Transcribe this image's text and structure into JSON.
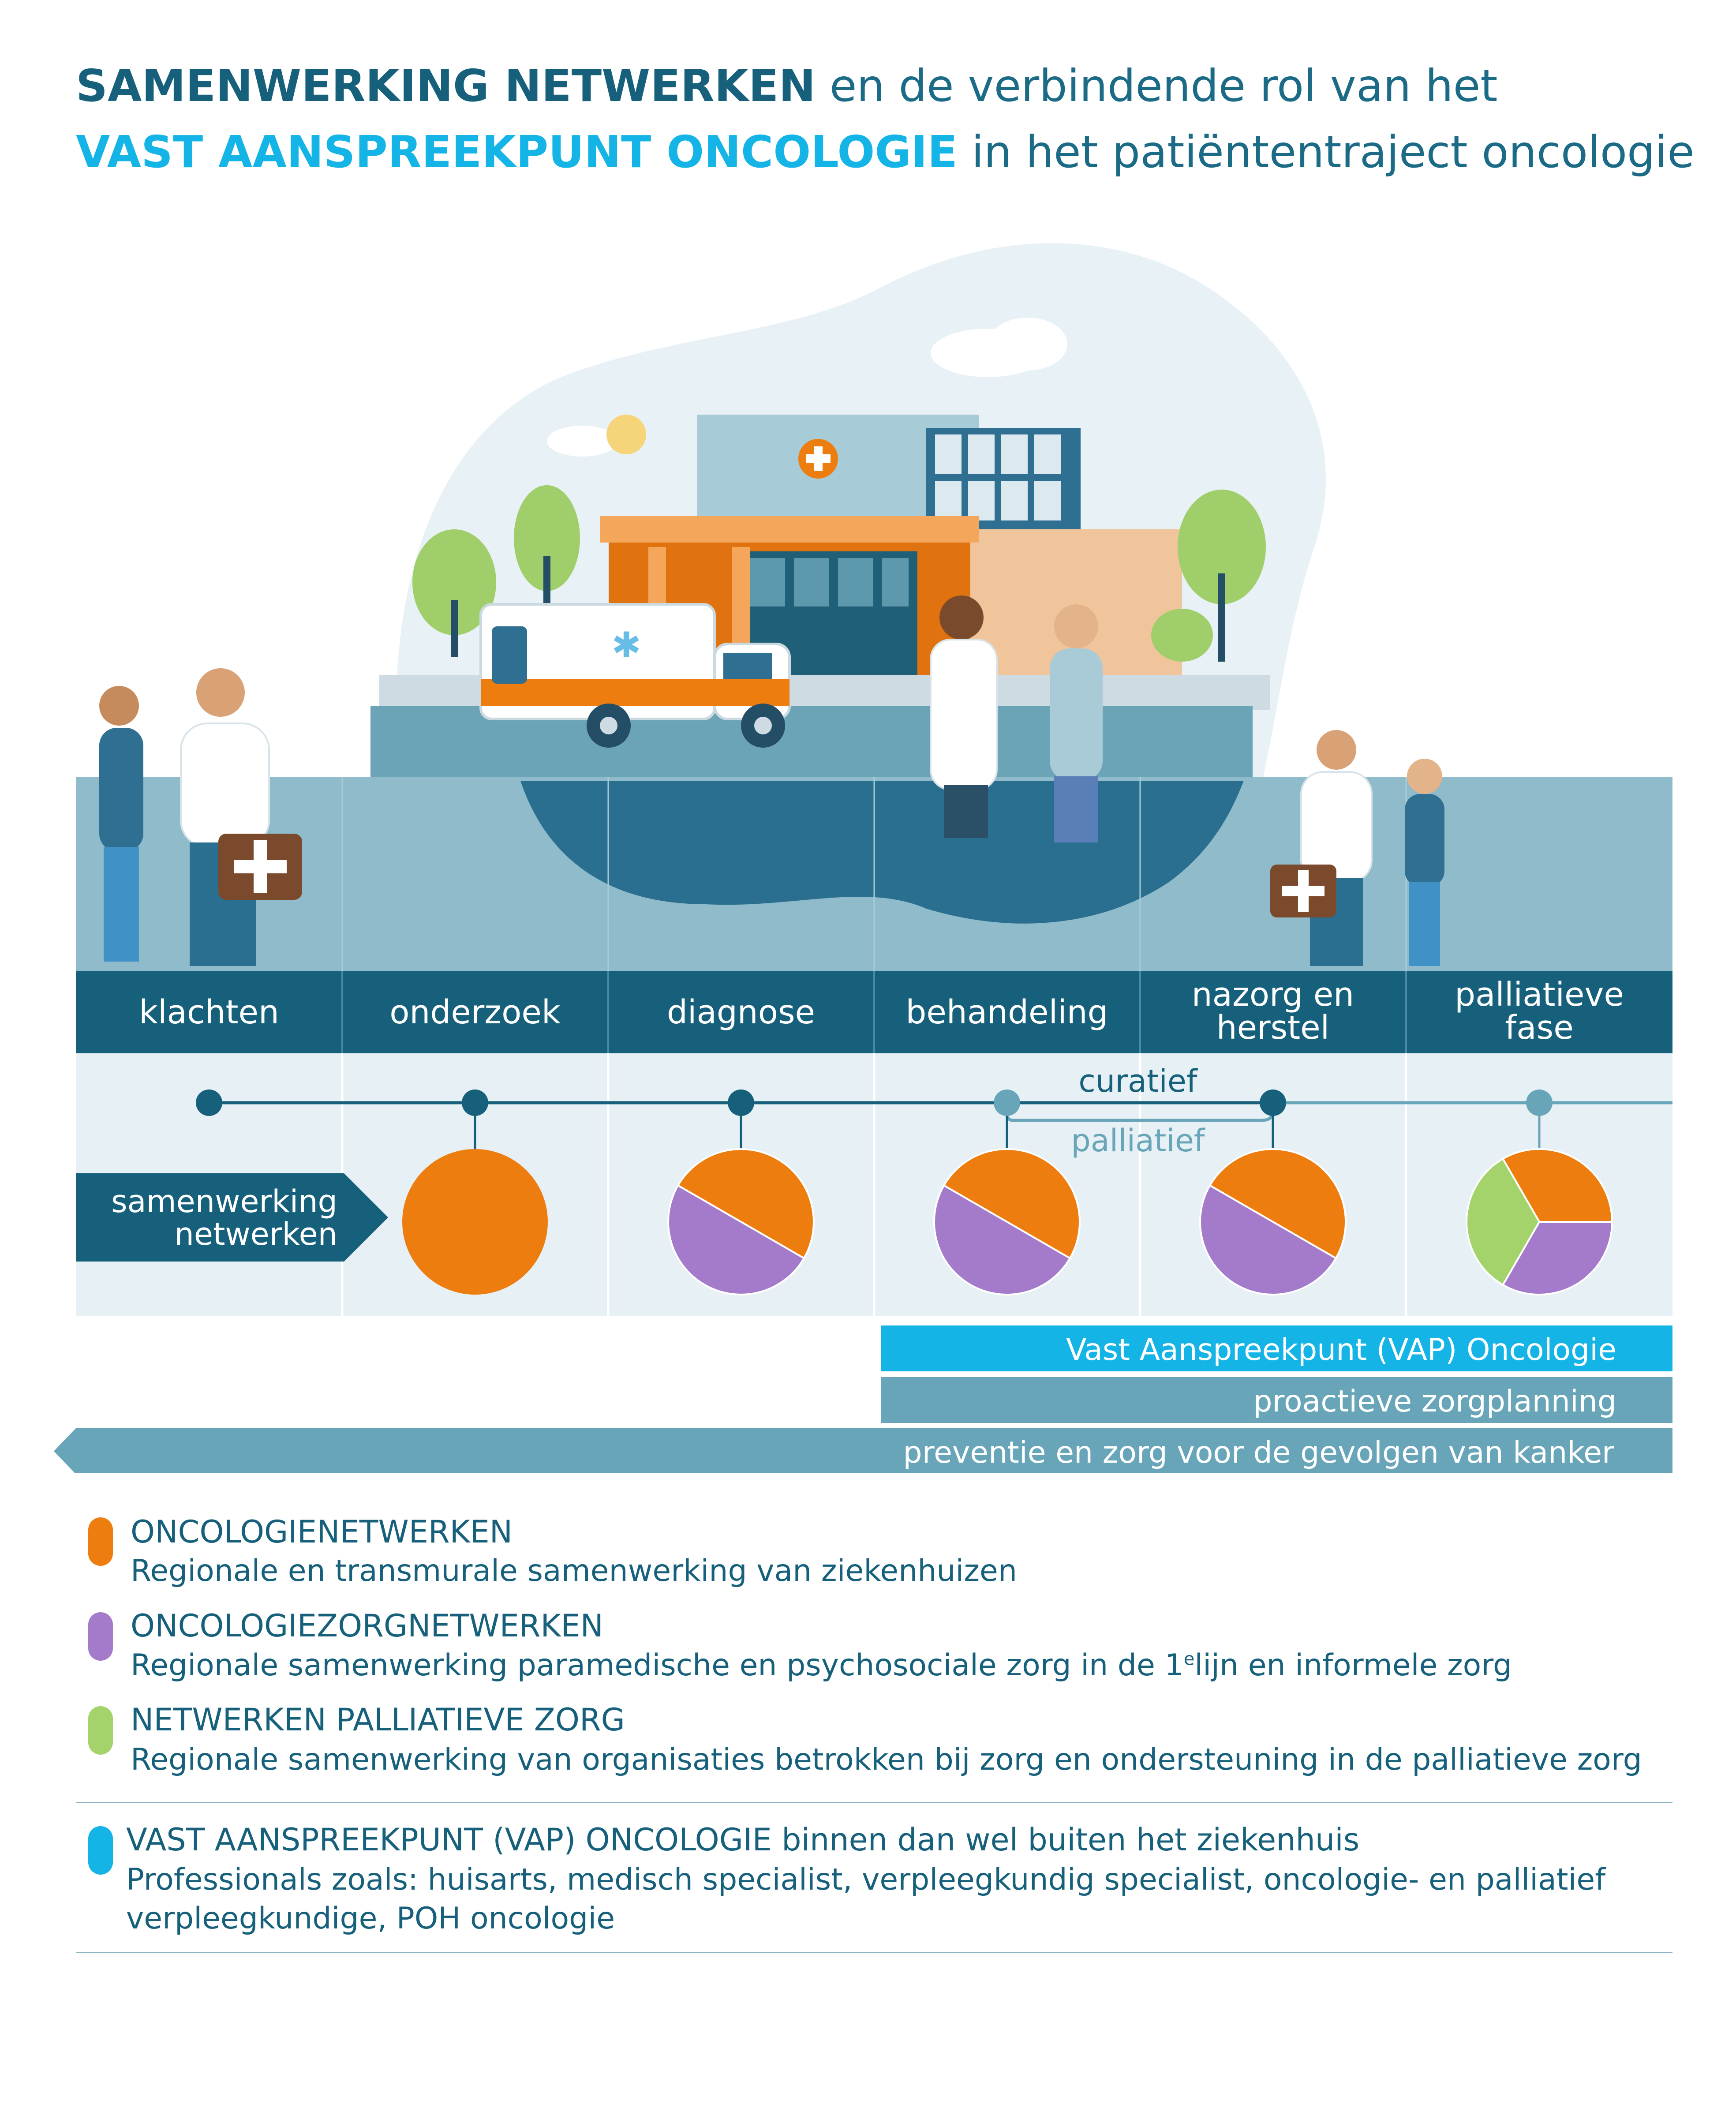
{
  "title": {
    "line1_bold": "SAMENWERKING NETWERKEN",
    "line1_rest": " en de verbindende rol van het",
    "line2_bold": "VAST AANSPREEKPUNT ONCOLOGIE",
    "line2_rest": " in het patiëntentraject oncologie"
  },
  "colors": {
    "oncologienetwerken": "#ee7d0f",
    "oncologiezorgnetwerken": "#a47bcb",
    "netwerken_palliatieve_zorg": "#a3d36a",
    "vap": "#14b4e6",
    "dark_teal": "#17607b",
    "light_band": "#8fbbca",
    "mid_teal": "#68a5b9"
  },
  "phases": [
    {
      "line1": "klachten",
      "line2": ""
    },
    {
      "line1": "onderzoek",
      "line2": ""
    },
    {
      "line1": "diagnose",
      "line2": ""
    },
    {
      "line1": "behandeling",
      "line2": ""
    },
    {
      "line1": "nazorg en",
      "line2": "herstel"
    },
    {
      "line1": "palliatieve",
      "line2": "fase"
    }
  ],
  "tracks": {
    "curatief": "curatief",
    "palliatief": "palliatief"
  },
  "collab_label": {
    "line1": "samenwerking",
    "line2": "netwerken"
  },
  "pies": [
    {
      "phase": "onderzoek",
      "shares": {
        "oncologienetwerken": 1
      }
    },
    {
      "phase": "diagnose",
      "shares": {
        "oncologienetwerken": 0.5,
        "oncologiezorgnetwerken": 0.5
      }
    },
    {
      "phase": "behandeling",
      "shares": {
        "oncologienetwerken": 0.5,
        "oncologiezorgnetwerken": 0.5
      }
    },
    {
      "phase": "nazorg en herstel",
      "shares": {
        "oncologienetwerken": 0.5,
        "oncologiezorgnetwerken": 0.5
      }
    },
    {
      "phase": "palliatieve fase",
      "shares": {
        "oncologienetwerken": 0.3333,
        "oncologiezorgnetwerken": 0.3333,
        "netwerken_palliatieve_zorg": 0.3333
      }
    }
  ],
  "bars": {
    "vap": "Vast Aanspreekpunt (VAP) Oncologie",
    "zorgplanning": "proactieve zorgplanning",
    "preventie": "preventie en zorg voor de gevolgen van kanker"
  },
  "legend": [
    {
      "head": "ONCOLOGIENETWERKEN",
      "desc": "Regionale en transmurale samenwerking van ziekenhuizen"
    },
    {
      "head": "ONCOLOGIEZORGNETWERKEN",
      "desc_before": "Regionale samenwerking paramedische en psychosociale zorg in de 1",
      "desc_sup": "e",
      "desc_after": "lijn en informele zorg"
    },
    {
      "head": "NETWERKEN PALLIATIEVE ZORG",
      "desc": "Regionale samenwerking van organisaties betrokken bij zorg en ondersteuning in de palliatieve zorg"
    },
    {
      "head": "VAST AANSPREEKPUNT (VAP) ONCOLOGIE binnen dan wel buiten het ziekenhuis",
      "desc": "Professionals zoals: huisarts, medisch specialist, verpleegkundig specialist, oncologie- en palliatief",
      "desc2": "verpleegkundige, POH oncologie"
    }
  ],
  "illustration_icons": [
    "hospital-icon",
    "ambulance-icon",
    "tree-icon",
    "person-icon",
    "doctor-bag-icon",
    "cloud-icon",
    "sun-icon"
  ]
}
